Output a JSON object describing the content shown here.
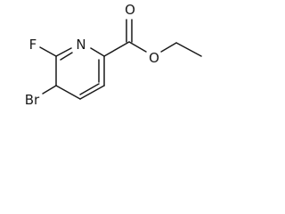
{
  "molecule": {
    "atoms": {
      "nitrogen": "N",
      "fluorine": "F",
      "bromine": "Br",
      "carbonyl_oxygen": "O",
      "ester_oxygen": "O"
    }
  }
}
